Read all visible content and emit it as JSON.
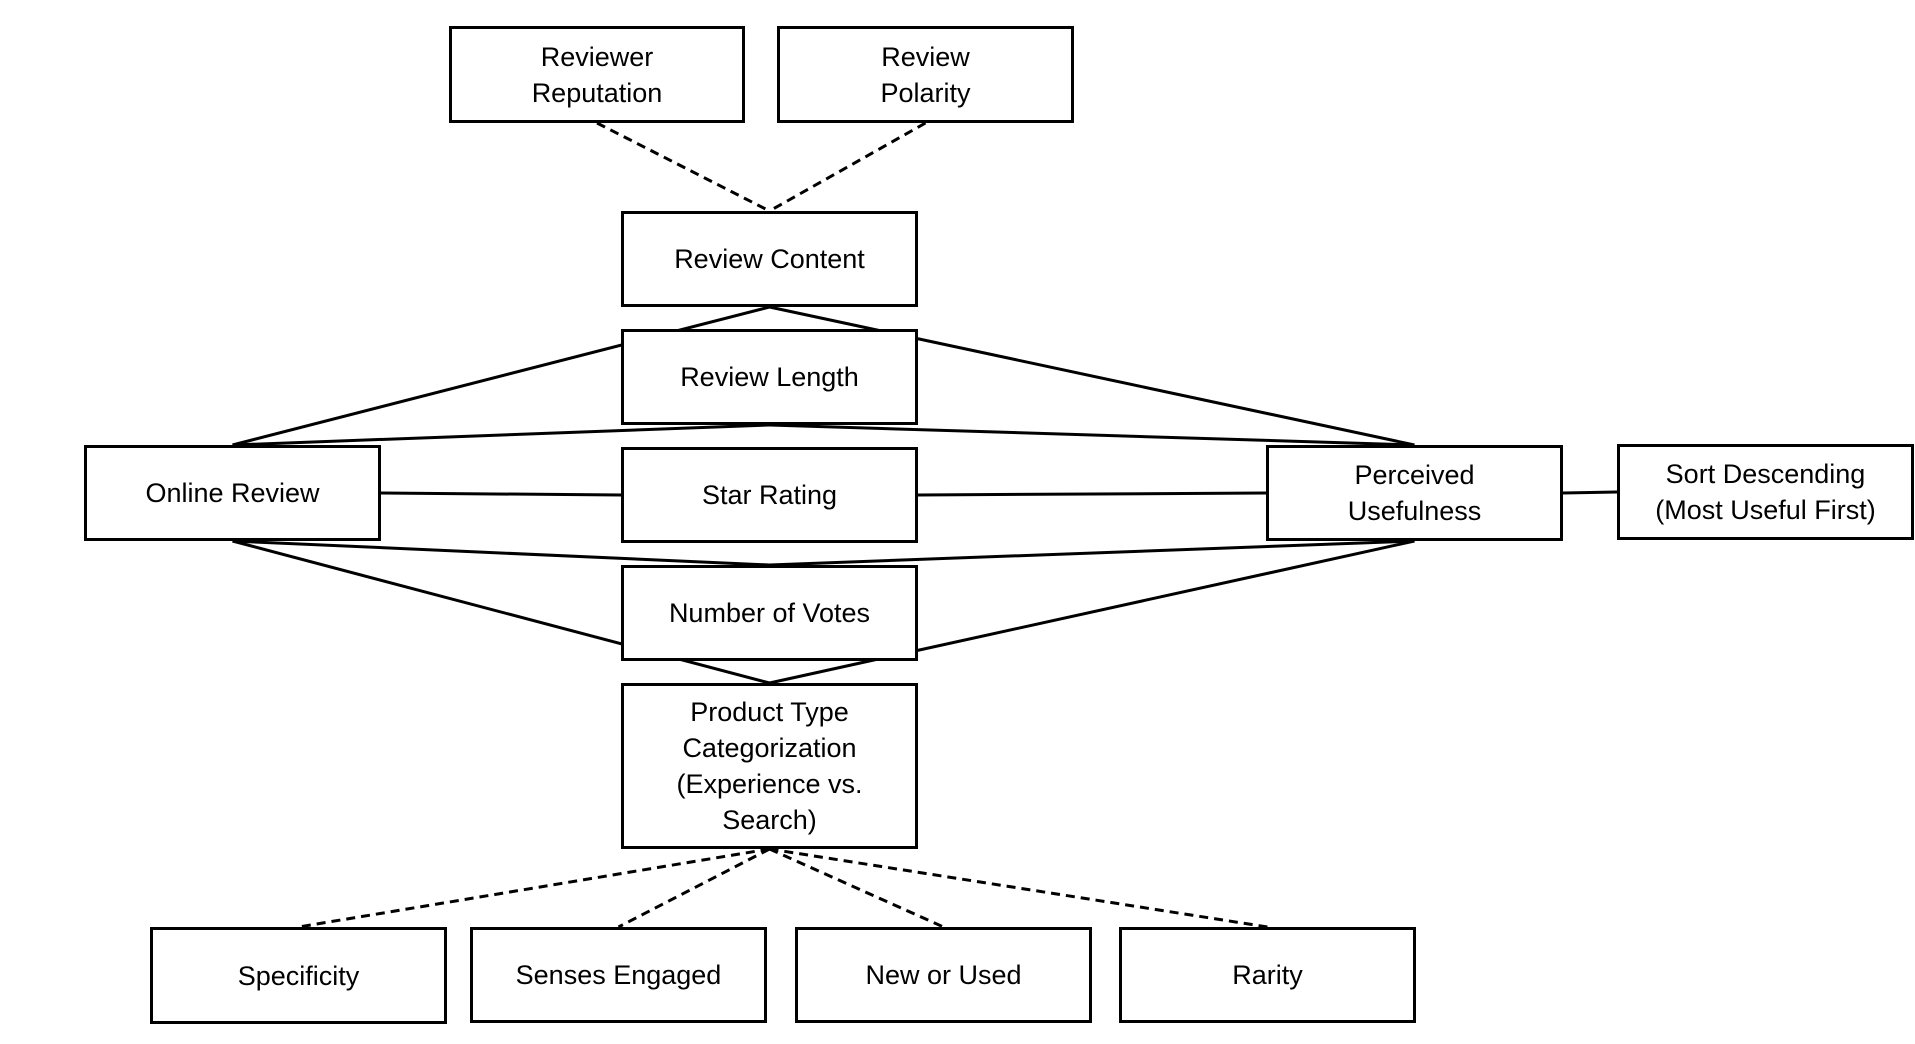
{
  "diagram": {
    "nodes": [
      {
        "id": "reviewer-reputation",
        "label": "Reviewer\nReputation"
      },
      {
        "id": "review-polarity",
        "label": "Review\nPolarity"
      },
      {
        "id": "review-content",
        "label": "Review Content"
      },
      {
        "id": "review-length",
        "label": "Review Length"
      },
      {
        "id": "star-rating",
        "label": "Star Rating"
      },
      {
        "id": "number-of-votes",
        "label": "Number of Votes"
      },
      {
        "id": "product-type",
        "label": "Product Type\nCategorization\n(Experience vs.\nSearch)"
      },
      {
        "id": "online-review",
        "label": "Online Review"
      },
      {
        "id": "perceived-usefulness",
        "label": "Perceived\nUsefulness"
      },
      {
        "id": "sort-descending",
        "label": "Sort Descending\n(Most Useful First)"
      },
      {
        "id": "specificity",
        "label": "Specificity"
      },
      {
        "id": "senses-engaged",
        "label": "Senses Engaged"
      },
      {
        "id": "new-or-used",
        "label": "New or Used"
      },
      {
        "id": "rarity",
        "label": "Rarity"
      }
    ],
    "edges": [
      {
        "from": "online-review",
        "to": "review-content",
        "style": "solid"
      },
      {
        "from": "online-review",
        "to": "review-length",
        "style": "solid"
      },
      {
        "from": "online-review",
        "to": "star-rating",
        "style": "solid"
      },
      {
        "from": "online-review",
        "to": "number-of-votes",
        "style": "solid"
      },
      {
        "from": "online-review",
        "to": "product-type",
        "style": "solid"
      },
      {
        "from": "review-content",
        "to": "perceived-usefulness",
        "style": "solid"
      },
      {
        "from": "review-length",
        "to": "perceived-usefulness",
        "style": "solid"
      },
      {
        "from": "star-rating",
        "to": "perceived-usefulness",
        "style": "solid"
      },
      {
        "from": "number-of-votes",
        "to": "perceived-usefulness",
        "style": "solid"
      },
      {
        "from": "product-type",
        "to": "perceived-usefulness",
        "style": "solid"
      },
      {
        "from": "perceived-usefulness",
        "to": "sort-descending",
        "style": "solid"
      },
      {
        "from": "reviewer-reputation",
        "to": "review-content",
        "style": "dashed"
      },
      {
        "from": "review-polarity",
        "to": "review-content",
        "style": "dashed"
      },
      {
        "from": "product-type",
        "to": "specificity",
        "style": "dashed"
      },
      {
        "from": "product-type",
        "to": "senses-engaged",
        "style": "dashed"
      },
      {
        "from": "product-type",
        "to": "new-or-used",
        "style": "dashed"
      },
      {
        "from": "product-type",
        "to": "rarity",
        "style": "dashed"
      }
    ]
  }
}
